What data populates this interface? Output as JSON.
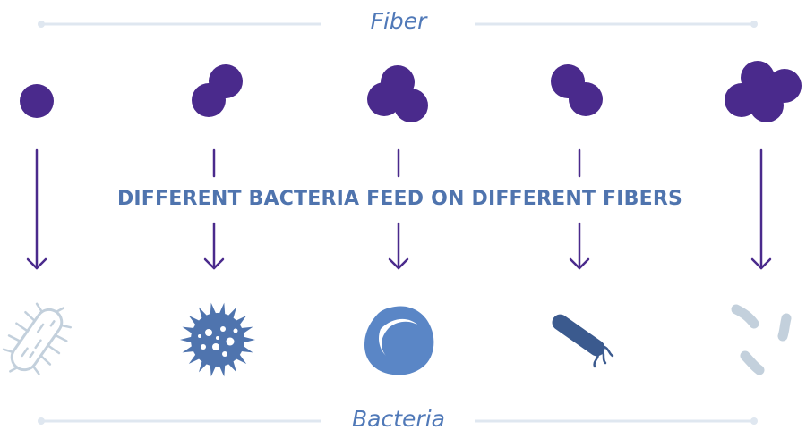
{
  "top_label": "Fiber",
  "bottom_label": "Bacteria",
  "headline": "DIFFERENT BACTERIA FEED ON DIFFERENT FIBERS",
  "colors": {
    "fiber_purple": "#4a2a8c",
    "arrow_purple": "#4a2a8c",
    "guide_line": "#dfe7f0",
    "text_blue": "#5079b8",
    "bacteria_light": "#c3d0dc",
    "bacteria_mid": "#4f74ae",
    "bacteria_blob": "#5a86c6",
    "bacteria_dark": "#3b5a8e"
  },
  "columns": [
    {
      "fiber": "single-sphere-icon",
      "bacterium": "rod-bacterium-with-pili-icon"
    },
    {
      "fiber": "two-sphere-cluster-icon",
      "bacterium": "spiky-coccus-icon"
    },
    {
      "fiber": "three-sphere-cluster-icon",
      "bacterium": "round-blob-cell-icon"
    },
    {
      "fiber": "two-sphere-diagonal-icon",
      "bacterium": "flagellated-rod-icon"
    },
    {
      "fiber": "four-sphere-cluster-icon",
      "bacterium": "curved-rods-icon"
    }
  ]
}
